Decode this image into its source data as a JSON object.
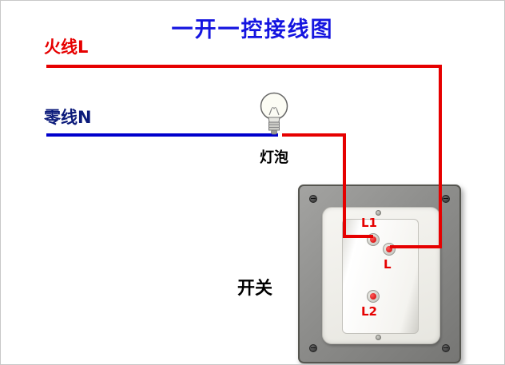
{
  "title": "一开一控接线图",
  "labels": {
    "live": "火线L",
    "neutral": "零线N",
    "bulb": "灯泡",
    "switch": "开关"
  },
  "switch": {
    "terminals": [
      "L1",
      "L",
      "L2"
    ]
  },
  "colors": {
    "live_wire": "#e60000",
    "neutral_wire": "#0000cc",
    "neutral_label": "#0b1a7a",
    "title_text": "#1515e0",
    "terminal_text": "#e60000"
  }
}
